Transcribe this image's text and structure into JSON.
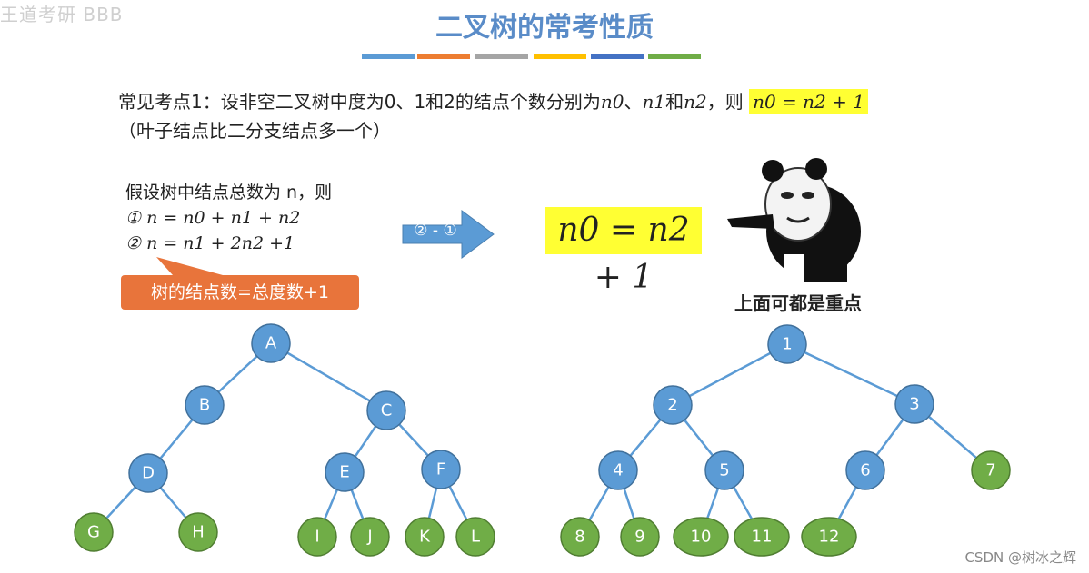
{
  "watermark_top_left": "王道考研 BBB",
  "title": "二叉树的常考性质",
  "color_bars": [
    "#5b9bd5",
    "#ed7d31",
    "#a5a5a5",
    "#ffc000",
    "#4472c4",
    "#70ad47"
  ],
  "point1": {
    "prefix": "常见考点1：设非空二叉树中度为0、1和2的结点个数分别为",
    "n0": "n0",
    "sep1": "、",
    "n1": "n1",
    "sep2": "和",
    "n2": "n2",
    "then": "，则",
    "formula": "n0 = n2 + 1",
    "note": "（叶子结点比二分支结点多一个）"
  },
  "assume": {
    "line0": "假设树中结点总数为 n，则",
    "line1": "① n = n0 + n1 + n2",
    "line2": "② n = n1 + 2n2 +1"
  },
  "callout": "树的结点数=总度数+1",
  "arrow_label": "② - ①",
  "big_formula": "n0 = n2 + 1",
  "panda_caption": "上面可都是重点",
  "csdn": "CSDN @树冰之辉",
  "colors": {
    "blue_node": "#5b9bd5",
    "green_node": "#70ad47",
    "edge": "#5b9bd5",
    "highlight": "#ffff33",
    "callout": "#e8743b"
  },
  "tree_left": {
    "nodes": [
      {
        "id": "A",
        "label": "A",
        "kind": "blue"
      },
      {
        "id": "B",
        "label": "B",
        "kind": "blue"
      },
      {
        "id": "C",
        "label": "C",
        "kind": "blue"
      },
      {
        "id": "D",
        "label": "D",
        "kind": "blue"
      },
      {
        "id": "E",
        "label": "E",
        "kind": "blue"
      },
      {
        "id": "F",
        "label": "F",
        "kind": "blue"
      },
      {
        "id": "G",
        "label": "G",
        "kind": "green"
      },
      {
        "id": "H",
        "label": "H",
        "kind": "green"
      },
      {
        "id": "I",
        "label": "I",
        "kind": "green"
      },
      {
        "id": "J",
        "label": "J",
        "kind": "green"
      },
      {
        "id": "K",
        "label": "K",
        "kind": "green"
      },
      {
        "id": "L",
        "label": "L",
        "kind": "green"
      }
    ],
    "edges": [
      [
        "A",
        "B"
      ],
      [
        "A",
        "C"
      ],
      [
        "B",
        "D"
      ],
      [
        "C",
        "E"
      ],
      [
        "C",
        "F"
      ],
      [
        "D",
        "G"
      ],
      [
        "D",
        "H"
      ],
      [
        "E",
        "I"
      ],
      [
        "E",
        "J"
      ],
      [
        "F",
        "K"
      ],
      [
        "F",
        "L"
      ]
    ]
  },
  "tree_right": {
    "nodes": [
      {
        "id": "1",
        "label": "1",
        "kind": "blue"
      },
      {
        "id": "2",
        "label": "2",
        "kind": "blue"
      },
      {
        "id": "3",
        "label": "3",
        "kind": "blue"
      },
      {
        "id": "4",
        "label": "4",
        "kind": "blue"
      },
      {
        "id": "5",
        "label": "5",
        "kind": "blue"
      },
      {
        "id": "6",
        "label": "6",
        "kind": "blue"
      },
      {
        "id": "7",
        "label": "7",
        "kind": "green"
      },
      {
        "id": "8",
        "label": "8",
        "kind": "green"
      },
      {
        "id": "9",
        "label": "9",
        "kind": "green"
      },
      {
        "id": "10",
        "label": "10",
        "kind": "green"
      },
      {
        "id": "11",
        "label": "11",
        "kind": "green"
      },
      {
        "id": "12",
        "label": "12",
        "kind": "green"
      }
    ],
    "edges": [
      [
        "1",
        "2"
      ],
      [
        "1",
        "3"
      ],
      [
        "2",
        "4"
      ],
      [
        "2",
        "5"
      ],
      [
        "3",
        "6"
      ],
      [
        "3",
        "7"
      ],
      [
        "4",
        "8"
      ],
      [
        "4",
        "9"
      ],
      [
        "5",
        "10"
      ],
      [
        "5",
        "11"
      ],
      [
        "6",
        "12"
      ]
    ]
  }
}
